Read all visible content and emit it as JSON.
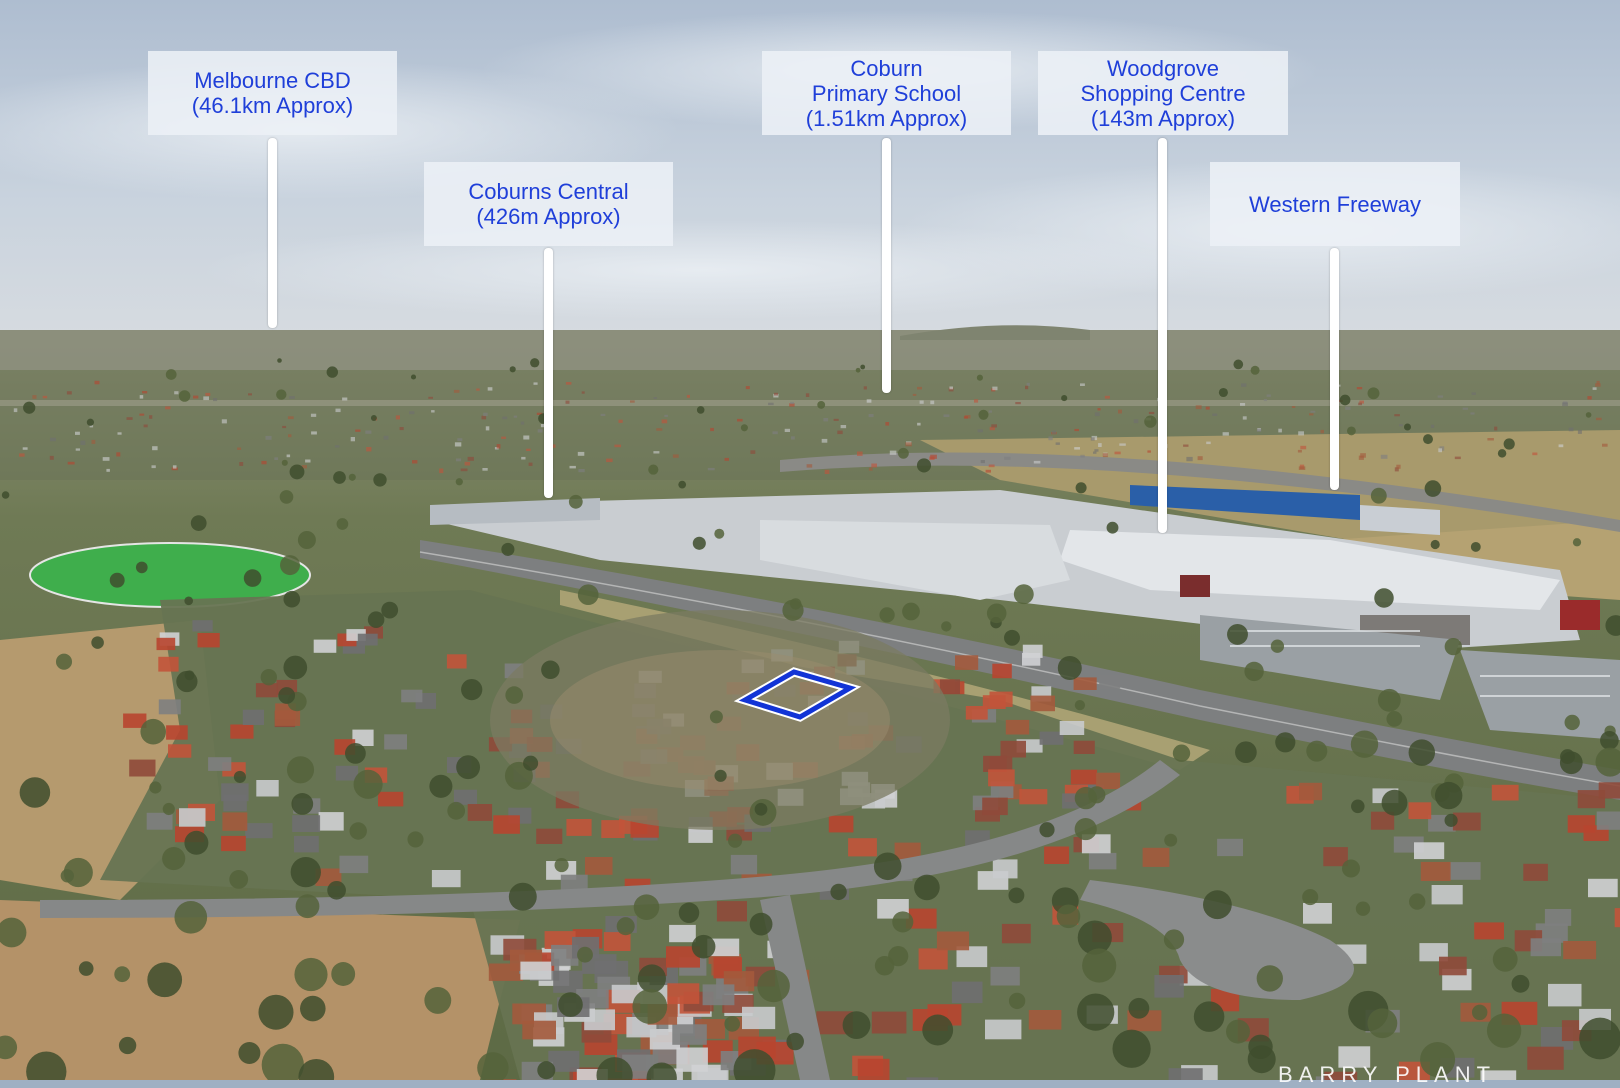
{
  "labels": [
    {
      "id": "melbourne-cbd",
      "lines": [
        "Melbourne CBD",
        "(46.1km Approx)"
      ]
    },
    {
      "id": "coburns-central",
      "lines": [
        "Coburns Central",
        "(426m Approx)"
      ]
    },
    {
      "id": "coburn-primary-school",
      "lines": [
        "Coburn",
        "Primary School",
        "(1.51km Approx)"
      ]
    },
    {
      "id": "woodgrove-shopping-centre",
      "lines": [
        "Woodgrove",
        "Shopping Centre",
        "(143m Approx)"
      ]
    },
    {
      "id": "western-freeway",
      "lines": [
        "Western Freeway"
      ]
    }
  ],
  "watermark": "BARRY PLANT",
  "colors": {
    "label_text": "#1f3fd9",
    "property_outline": "#1234d6",
    "sky": "#b9c6d6",
    "grass": "#b59a6e",
    "oval": "#3fae4c"
  }
}
